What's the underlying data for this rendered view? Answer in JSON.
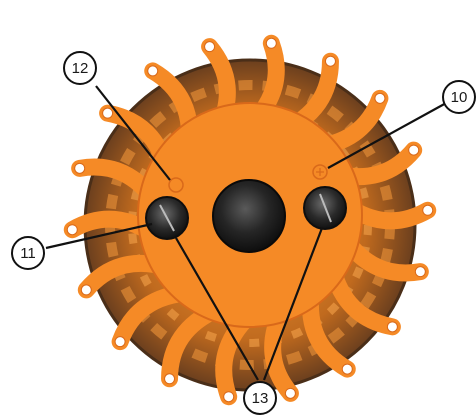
{
  "diagram": {
    "subject": "orange-led-road-flare-back-view",
    "colors": {
      "orange": "#f58a26",
      "orange_dark": "#d9691a",
      "amber_lens": "#b8661e",
      "rim_dark": "#5a3a22",
      "magnet": "#1e1e1e",
      "screw": "#2a2a2a",
      "leader": "#111111"
    },
    "callouts": [
      {
        "id": "c12",
        "label": "12"
      },
      {
        "id": "c10",
        "label": "10"
      },
      {
        "id": "c11",
        "label": "11"
      },
      {
        "id": "c13",
        "label": "13"
      }
    ]
  }
}
